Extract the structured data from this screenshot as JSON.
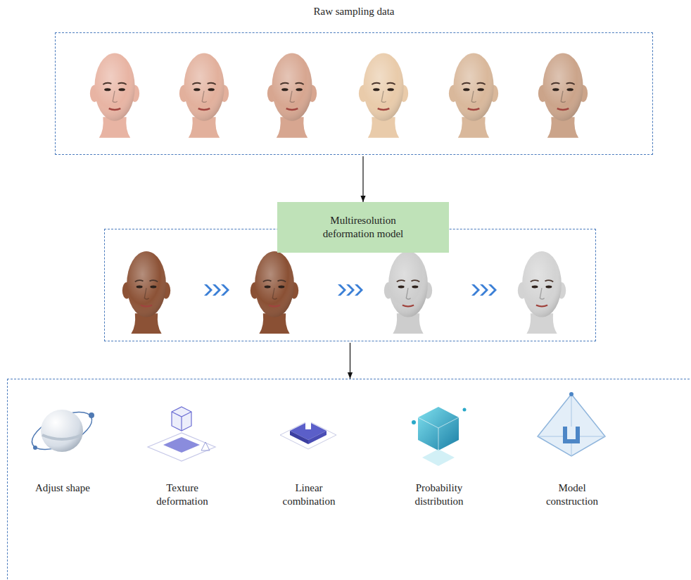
{
  "diagram": {
    "nodes": [
      {
        "text": [
          "Raw sampling data"
        ]
      },
      {
        "text": []
      },
      {
        "text": [
          "Multiresolution deformation model"
        ],
        "in": 1
      },
      {
        "text": []
      },
      {
        "text": [
          "Adjust shape"
        ],
        "in": 3
      },
      {
        "text": [
          "Texture deformation"
        ],
        "in": 3
      },
      {
        "text": [
          "Linear combination"
        ],
        "in": 3
      },
      {
        "text": [
          "Probability distribution"
        ],
        "in": 3
      },
      {
        "text": [
          "Model construction"
        ],
        "in": 3
      }
    ],
    "edges": [
      {
        "from": 0,
        "to": 2,
        "arrow": "to"
      },
      {
        "from": 1,
        "to": 3,
        "arrow": "to"
      }
    ]
  }
}
